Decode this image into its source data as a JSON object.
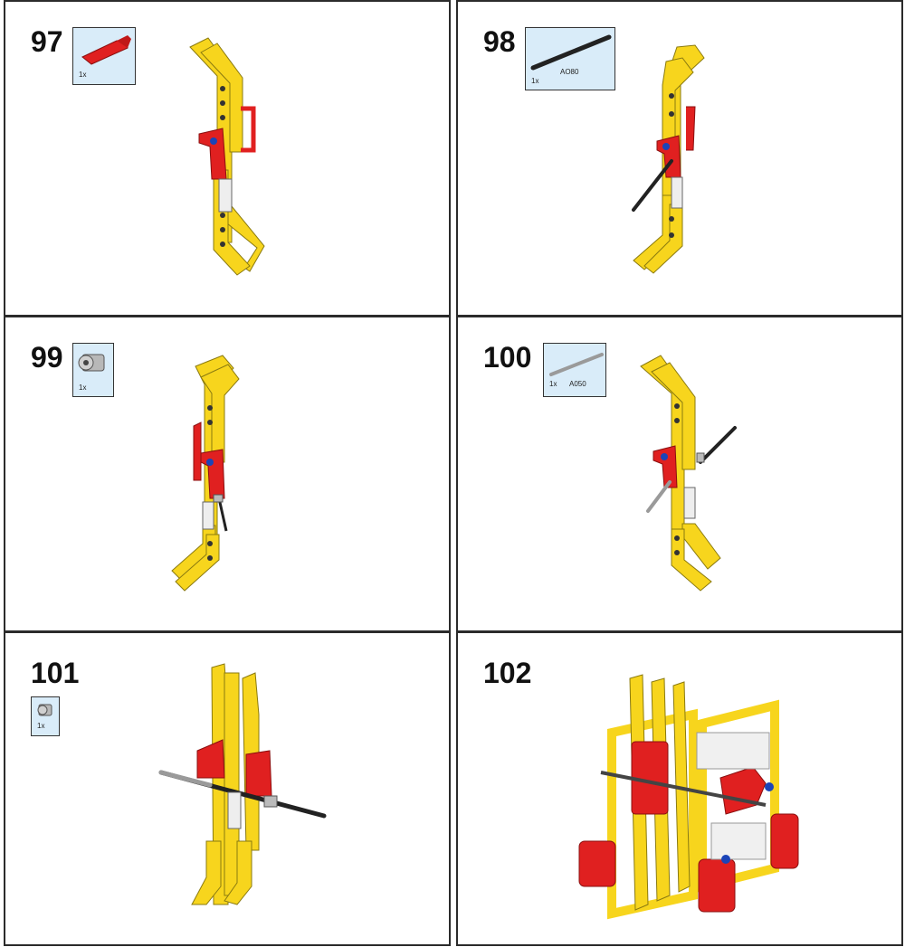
{
  "steps": [
    {
      "number": "97",
      "qty": "1x",
      "part_code": "",
      "part_icon": "red-l-beam-icon"
    },
    {
      "number": "98",
      "qty": "1x",
      "part_code": "AO80",
      "part_icon": "black-axle-icon"
    },
    {
      "number": "99",
      "qty": "1x",
      "part_code": "",
      "part_icon": "grey-bush-icon"
    },
    {
      "number": "100",
      "qty": "1x",
      "part_code": "A050",
      "part_icon": "grey-axle-icon"
    },
    {
      "number": "101",
      "qty": "1x",
      "part_code": "",
      "part_icon": "grey-half-bush-icon"
    },
    {
      "number": "102",
      "qty": "",
      "part_code": "",
      "part_icon": ""
    }
  ],
  "colors": {
    "beam_yellow": "#f7d51d",
    "beam_red": "#e02020",
    "axle_black": "#222222",
    "axle_grey": "#9a9a9a",
    "parts_bg": "#d9ecf9",
    "border": "#2b2b2b"
  }
}
